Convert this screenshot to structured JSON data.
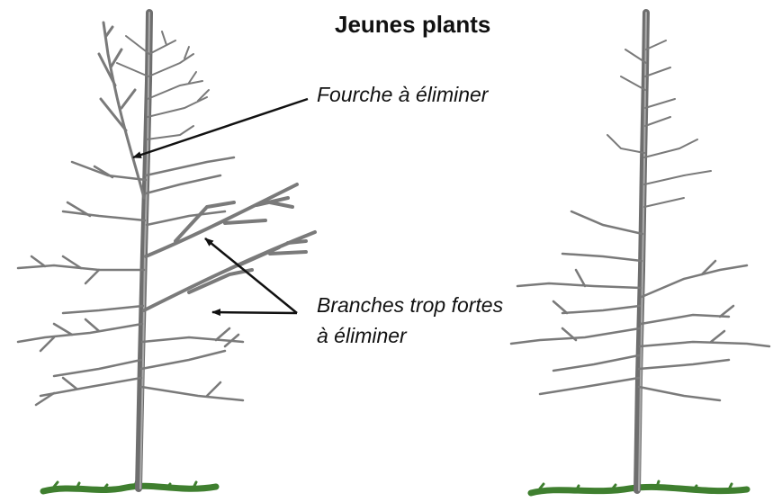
{
  "title": "Jeunes plants",
  "annotations": {
    "fork": "Fourche à éliminer",
    "strong_branches_line1": "Branches trop fortes",
    "strong_branches_line2": "à éliminer"
  },
  "colors": {
    "trunk": "#6e6e6e",
    "branch": "#7a7a7a",
    "grass": "#3f7f2f",
    "text": "#111111"
  }
}
